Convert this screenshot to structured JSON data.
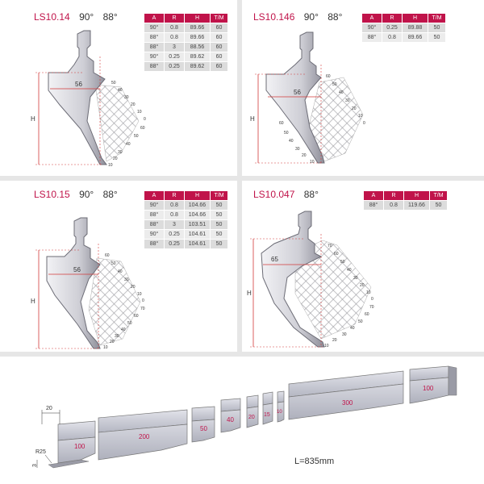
{
  "tools": [
    {
      "code": "LS10.14",
      "angles": [
        "90°",
        "88°"
      ],
      "dim_width": "56",
      "dim_height": "H",
      "scale": [
        "50",
        "40",
        "30",
        "20",
        "10",
        "0",
        "60",
        "50",
        "40",
        "30",
        "20",
        "10"
      ],
      "rows": [
        [
          "90°",
          "0.8",
          "89.66",
          "60"
        ],
        [
          "88°",
          "0.8",
          "89.66",
          "60"
        ],
        [
          "88°",
          "3",
          "88.56",
          "60"
        ],
        [
          "90°",
          "0.25",
          "89.62",
          "60"
        ],
        [
          "88°",
          "0.25",
          "89.62",
          "60"
        ]
      ]
    },
    {
      "code": "LS10.146",
      "angles": [
        "90°",
        "88°"
      ],
      "dim_width": "56",
      "dim_height": "H",
      "scale": [
        "60",
        "50",
        "40",
        "30",
        "20",
        "10",
        "0",
        "60",
        "50",
        "40",
        "30",
        "20",
        "10"
      ],
      "rows": [
        [
          "90°",
          "0.25",
          "89.88",
          "50"
        ],
        [
          "88°",
          "0.8",
          "89.66",
          "50"
        ]
      ]
    },
    {
      "code": "LS10.15",
      "angles": [
        "90°",
        "88°"
      ],
      "dim_width": "56",
      "dim_height": "H",
      "scale": [
        "60",
        "50",
        "40",
        "30",
        "20",
        "10",
        "0",
        "70",
        "60",
        "50",
        "40",
        "30",
        "20",
        "10"
      ],
      "rows": [
        [
          "90°",
          "0.8",
          "104.66",
          "50"
        ],
        [
          "88°",
          "0.8",
          "104.66",
          "50"
        ],
        [
          "88°",
          "3",
          "103.51",
          "50"
        ],
        [
          "90°",
          "0.25",
          "104.61",
          "50"
        ],
        [
          "88°",
          "0.25",
          "104.61",
          "50"
        ]
      ]
    },
    {
      "code": "LS10.047",
      "angles": [
        "88°"
      ],
      "dim_width": "65",
      "dim_height": "H",
      "scale": [
        "70",
        "60",
        "50",
        "40",
        "30",
        "20",
        "10",
        "0",
        "70",
        "60",
        "50",
        "40",
        "30",
        "20",
        "10"
      ],
      "rows": [
        [
          "88°",
          "0.8",
          "119.66",
          "50"
        ]
      ]
    }
  ],
  "table_headers": [
    "A",
    "R",
    "H",
    "T/M"
  ],
  "segments": {
    "s100a": "100",
    "s200": "200",
    "s50": "50",
    "s40": "40",
    "s20": "20",
    "s15": "15",
    "s10": "10",
    "s300": "300",
    "s100b": "100"
  },
  "dims": {
    "d20": "20",
    "r25": "R25",
    "d3": "3"
  },
  "total_length": "L=835mm",
  "colors": {
    "accent": "#c0134a",
    "dimension": "#d23a3a",
    "tool_light": "#e8e8ec",
    "tool_dark": "#9a9aa4"
  }
}
